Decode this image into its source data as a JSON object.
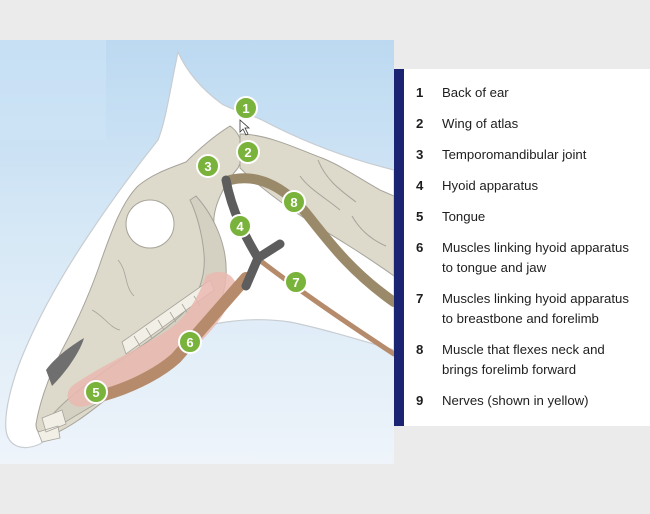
{
  "diagram": {
    "markers": [
      "1",
      "2",
      "3",
      "4",
      "5",
      "6",
      "7",
      "8"
    ]
  },
  "legend": {
    "items": [
      {
        "num": "1",
        "lines": [
          "Back of ear"
        ]
      },
      {
        "num": "2",
        "lines": [
          "Wing of atlas"
        ]
      },
      {
        "num": "3",
        "lines": [
          "Temporomandibular joint"
        ]
      },
      {
        "num": "4",
        "lines": [
          "Hyoid apparatus"
        ]
      },
      {
        "num": "5",
        "lines": [
          "Tongue"
        ]
      },
      {
        "num": "6",
        "lines": [
          "Muscles linking hyoid apparatus",
          "to tongue and jaw"
        ]
      },
      {
        "num": "7",
        "lines": [
          "Muscles linking hyoid apparatus",
          "to breastbone and forelimb"
        ]
      },
      {
        "num": "8",
        "lines": [
          "Muscle that flexes neck and",
          "brings forelimb forward"
        ]
      },
      {
        "num": "9",
        "lines": [
          "Nerves (shown in yellow)"
        ]
      }
    ]
  },
  "colors": {
    "accent_bar": "#1b2472",
    "marker": "#7ab33b",
    "muscle": "#b58b6c",
    "muscle_neck": "#9a8a6a",
    "hyoid": "#5d5d5d",
    "tongue": "#eab9b0",
    "bone": "#ddd9cb"
  }
}
